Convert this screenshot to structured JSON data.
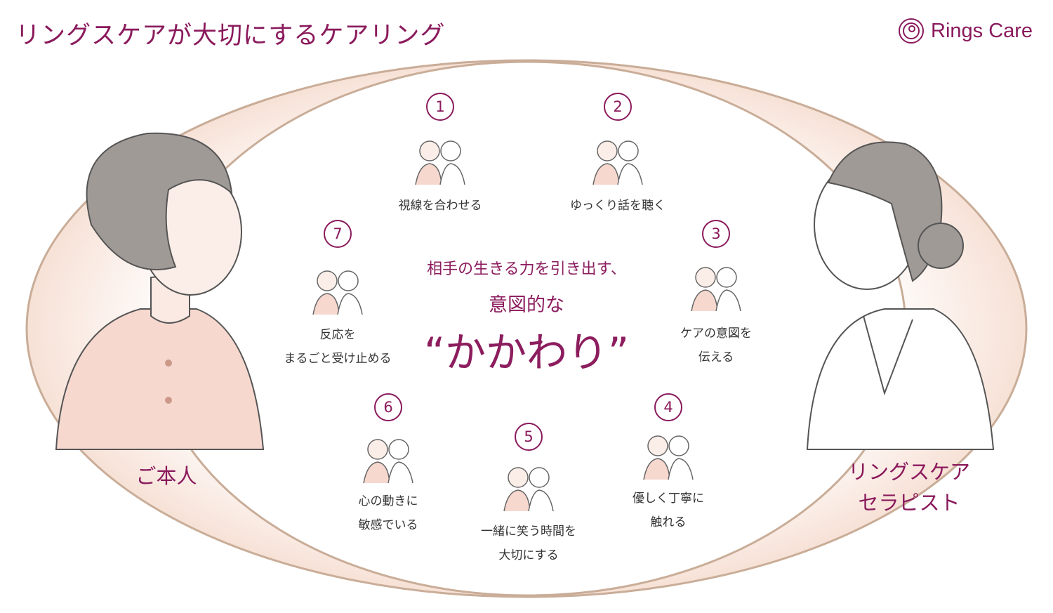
{
  "title": "リングスケアが大切にするケアリング",
  "logo": {
    "text": "Rings Care"
  },
  "center": {
    "line1": "相手の生きる力を引き出す、",
    "line2": "意図的な",
    "line3": "“かかわり”"
  },
  "left_person": {
    "label": "ご本人"
  },
  "right_person": {
    "label_line1": "リングスケア",
    "label_line2": "セラピスト"
  },
  "items": [
    {
      "num": "1",
      "lines": [
        "視線を合わせる"
      ],
      "icon": "eye-contact-icon"
    },
    {
      "num": "2",
      "lines": [
        "ゆっくり話を聴く"
      ],
      "icon": "conversation-icon"
    },
    {
      "num": "3",
      "lines": [
        "ケアの意図を",
        "伝える"
      ],
      "icon": "heart-in-hand-icon"
    },
    {
      "num": "4",
      "lines": [
        "優しく丁寧に",
        "触れる"
      ],
      "icon": "holding-hands-icon"
    },
    {
      "num": "5",
      "lines": [
        "一緒に笑う時間を",
        "大切にする"
      ],
      "icon": "laughing-faces-icon"
    },
    {
      "num": "6",
      "lines": [
        "心の動きに",
        "敏感でいる"
      ],
      "icon": "magnifier-heart-icon"
    },
    {
      "num": "7",
      "lines": [
        "反応を",
        "まるごと受け止める"
      ],
      "icon": "hug-heart-icon"
    }
  ],
  "colors": {
    "accent": "#8a1a5c",
    "ring": "#c9ad98",
    "shirt": "#f6d8cf",
    "hair": "#a09a97"
  }
}
